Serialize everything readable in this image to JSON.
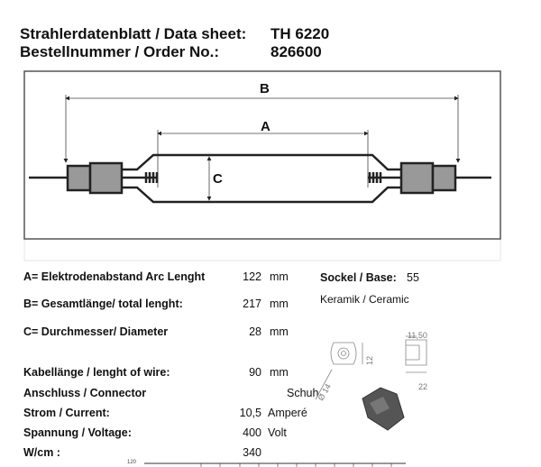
{
  "header": {
    "title_label": "Strahlerdatenblatt / Data sheet:",
    "title_value": "TH 6220",
    "order_label": "Bestellnummer / Order No.:",
    "order_value": "826600"
  },
  "diagram": {
    "label_a": "A",
    "label_b": "B",
    "label_c": "C"
  },
  "specs": [
    {
      "label": "A= Elektrodenabstand  Arc Lenght",
      "value": "122",
      "unit": "mm"
    },
    {
      "label": "B= Gesamtlänge/ total lenght:",
      "value": "217",
      "unit": "mm"
    },
    {
      "label": "C= Durchmesser/ Diameter",
      "value": "28",
      "unit": "mm"
    },
    {
      "label": "Kabellänge / lenght of wire:",
      "value": "90",
      "unit": "mm"
    },
    {
      "label": "Anschluss / Connector",
      "value": "Schuh",
      "unit": ""
    },
    {
      "label": "Strom / Current:",
      "value": "10,5",
      "unit": "Amperé"
    },
    {
      "label": "Spannung / Voltage:",
      "value": "400",
      "unit": "Volt"
    },
    {
      "label": "W/cm :",
      "value": "340",
      "unit": ""
    }
  ],
  "base": {
    "label": "Sockel / Base:",
    "value": "55",
    "material": "Keramik / Ceramic"
  },
  "connector_drawing": {
    "dim_width": "11,50",
    "dim_height": "12",
    "dim_length": "22",
    "dim_diameter": "Ø 14"
  },
  "chart_stub": {
    "y_tick": "120"
  }
}
